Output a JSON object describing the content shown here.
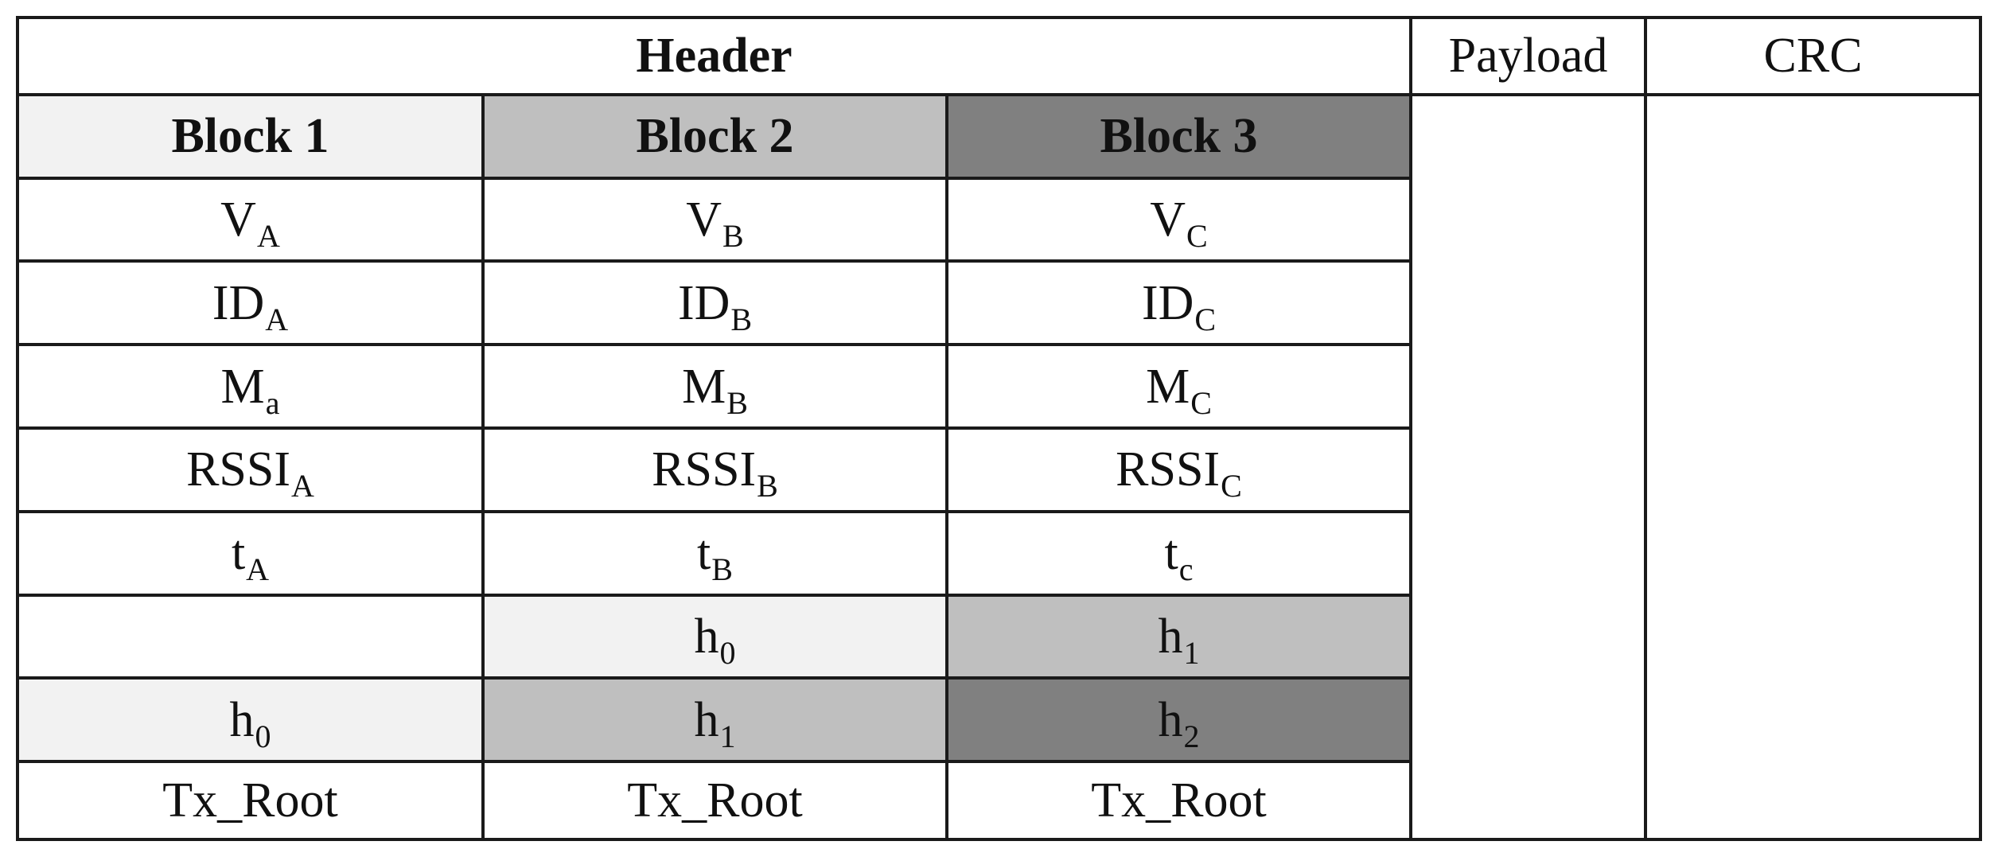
{
  "header": {
    "title": "Header",
    "payload": "Payload",
    "crc": "CRC"
  },
  "blocks": [
    {
      "label": "Block 1",
      "fields": [
        {
          "base": "V",
          "sub": "A"
        },
        {
          "base": "ID",
          "sub": "A"
        },
        {
          "base": "M",
          "sub": "a"
        },
        {
          "base": "RSSI",
          "sub": "A"
        },
        {
          "base": "t",
          "sub": "A"
        },
        {
          "base": "",
          "sub": ""
        },
        {
          "base": "h",
          "sub": "0"
        }
      ],
      "root": "Tx_Root"
    },
    {
      "label": "Block 2",
      "fields": [
        {
          "base": "V",
          "sub": "B"
        },
        {
          "base": "ID",
          "sub": "B"
        },
        {
          "base": "M",
          "sub": "B"
        },
        {
          "base": "RSSI",
          "sub": "B"
        },
        {
          "base": "t",
          "sub": "B"
        },
        {
          "base": "h",
          "sub": "0"
        },
        {
          "base": "h",
          "sub": "1"
        }
      ],
      "root": "Tx_Root"
    },
    {
      "label": "Block 3",
      "fields": [
        {
          "base": "V",
          "sub": "C"
        },
        {
          "base": "ID",
          "sub": "C"
        },
        {
          "base": "M",
          "sub": "C"
        },
        {
          "base": "RSSI",
          "sub": "C"
        },
        {
          "base": "t",
          "sub": "c"
        },
        {
          "base": "h",
          "sub": "1"
        },
        {
          "base": "h",
          "sub": "2"
        }
      ],
      "root": "Tx_Root"
    }
  ],
  "colors": {
    "border": "#1a1a1a",
    "shade_light": "#f2f2f2",
    "shade_mid": "#bfbfbf",
    "shade_dark": "#808080",
    "background": "#ffffff"
  }
}
